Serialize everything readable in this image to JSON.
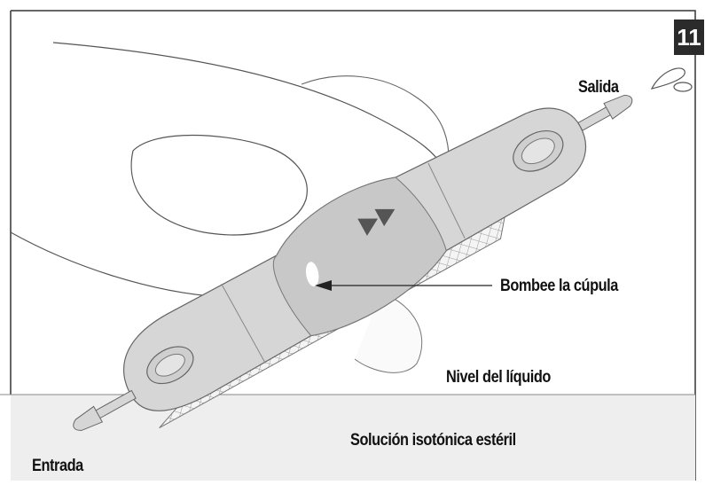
{
  "step_number": "11",
  "labels": {
    "outlet": "Salida",
    "pump": "Bombee la cúpula",
    "fluid_level": "Nivel del líquido",
    "solution": "Solución isotónica estéril",
    "inlet": "Entrada"
  },
  "colors": {
    "device_fill": "#d6d6d6",
    "device_shade": "#c4c4c4",
    "solution_fill": "#eeeeee",
    "line": "#555555",
    "badge": "#2b2b2b"
  }
}
